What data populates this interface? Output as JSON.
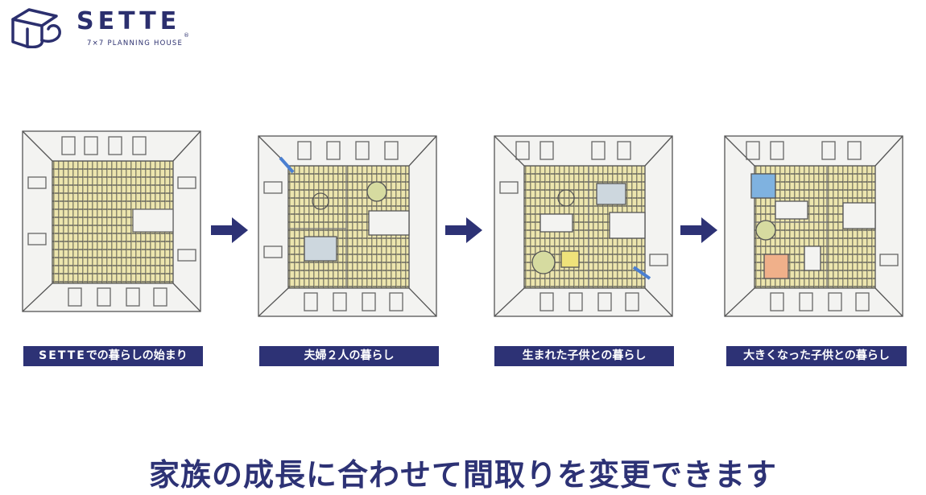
{
  "logo": {
    "brand": "SETTE",
    "registered": "®",
    "tagline": "7×7 PLANNING HOUSE",
    "icon": "house-roll-icon"
  },
  "stages": [
    {
      "label_brand": "SETTE",
      "label_rest": "での暮らしの始まり",
      "icon": "empty-room-floorplan"
    },
    {
      "label": "夫婦２人の暮らし",
      "icon": "couple-room-floorplan"
    },
    {
      "label": "生まれた子供との暮らし",
      "icon": "baby-room-floorplan"
    },
    {
      "label": "大きくなった子供との暮らし",
      "icon": "grown-child-room-floorplan"
    }
  ],
  "arrow_icon": "right-arrow-icon",
  "caption": "家族の成長に合わせて間取りを変更できます",
  "colors": {
    "navy": "#2d3275",
    "floor": "#e9e2a8",
    "line": "#555555"
  }
}
